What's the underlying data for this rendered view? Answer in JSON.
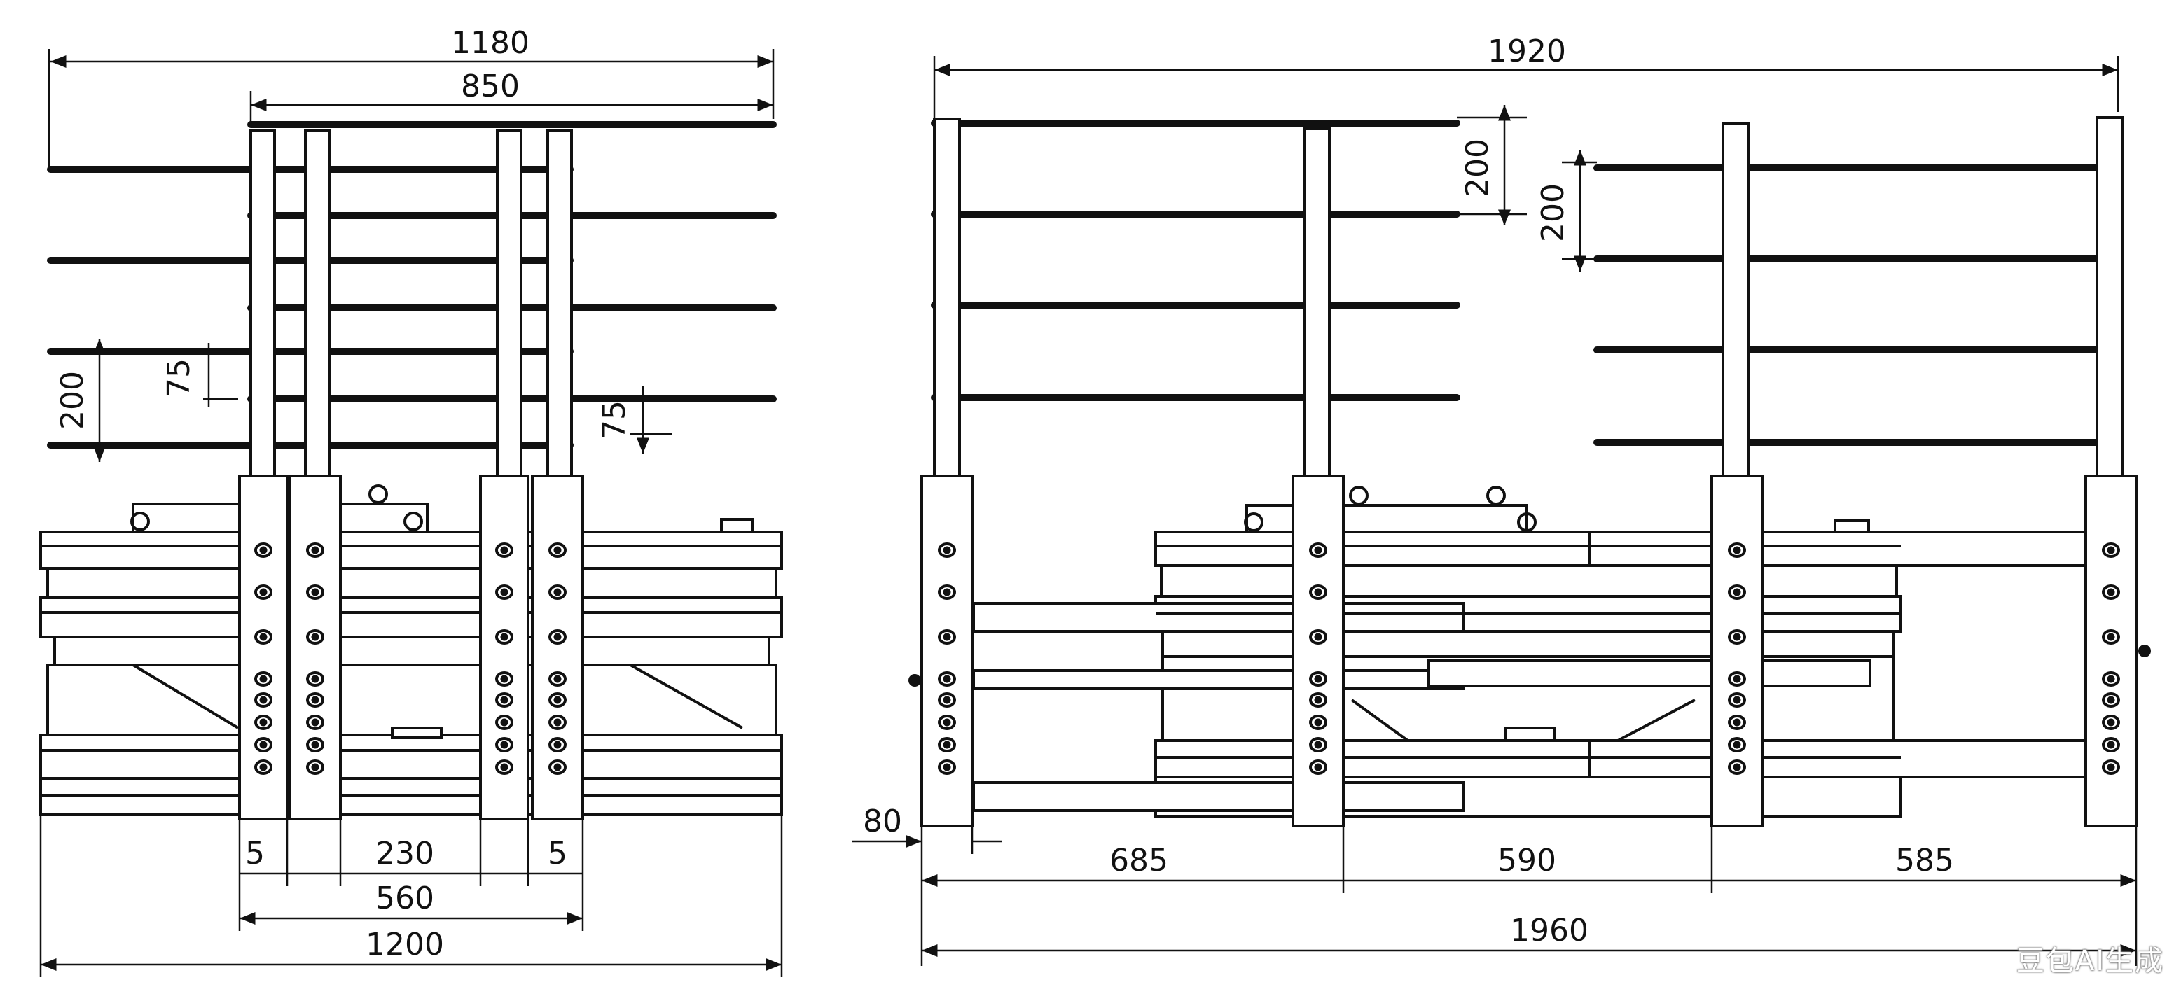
{
  "left_view": {
    "dimensions": {
      "top_overall": "1180",
      "top_inner": "850",
      "fork_spacing_vertical": "200",
      "offset_left": "75",
      "offset_right": "75",
      "gap_left": "5",
      "center_gap": "230",
      "gap_right": "5",
      "arm_span": "560",
      "frame_width": "1200"
    }
  },
  "right_view": {
    "dimensions": {
      "top_overall": "1920",
      "spacing_a": "200",
      "spacing_b": "200",
      "arm_thickness": "80",
      "section_1": "685",
      "section_2": "590",
      "section_3": "585",
      "overall_width": "1960"
    }
  },
  "watermark": "豆包AI生成"
}
